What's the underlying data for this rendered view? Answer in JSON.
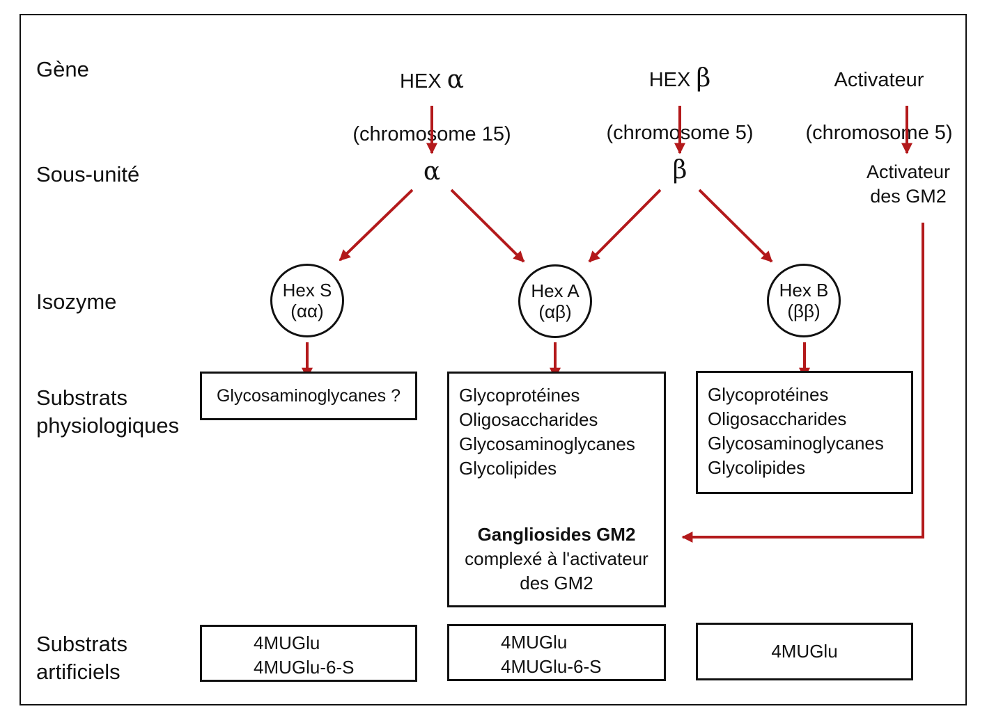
{
  "colors": {
    "arrow": "#b3191b",
    "ink": "#111111"
  },
  "row_labels": {
    "gene": "Gène",
    "subunit": "Sous-unité",
    "isozyme": "Isozyme",
    "physio": "Substrats\nphysiologiques",
    "artificial": "Substrats\nartificiels"
  },
  "genes": [
    {
      "name": "HEX",
      "greek": "α",
      "chrom": "(chromosome 15)"
    },
    {
      "name": "HEX",
      "greek": "β",
      "chrom": "(chromosome 5)"
    },
    {
      "name": "Activateur",
      "greek": "",
      "chrom": "(chromosome 5)"
    }
  ],
  "subunits": {
    "alpha": "α",
    "beta": "β",
    "activator": "Activateur\ndes GM2"
  },
  "isozymes": [
    {
      "name": "Hex S",
      "composition": "(αα)"
    },
    {
      "name": "Hex A",
      "composition": "(αβ)"
    },
    {
      "name": "Hex B",
      "composition": "(ββ)"
    }
  ],
  "physio_substrates": {
    "hex_s": [
      "Glycosaminoglycanes ?"
    ],
    "hex_a": [
      "Glycoprotéines",
      "Oligosaccharides",
      "Glycosaminoglycanes",
      "Glycolipides"
    ],
    "hex_a_gm2": {
      "title": "Gangliosides GM2",
      "line1": "complexé à l'activateur",
      "line2": "des GM2"
    },
    "hex_b": [
      "Glycoprotéines",
      "Oligosaccharides",
      "Glycosaminoglycanes",
      "Glycolipides"
    ]
  },
  "artificial_substrates": {
    "hex_s": [
      "4MUGlu",
      "4MUGlu-6-S"
    ],
    "hex_a": [
      "4MUGlu",
      "4MUGlu-6-S"
    ],
    "hex_b": [
      "4MUGlu"
    ]
  }
}
